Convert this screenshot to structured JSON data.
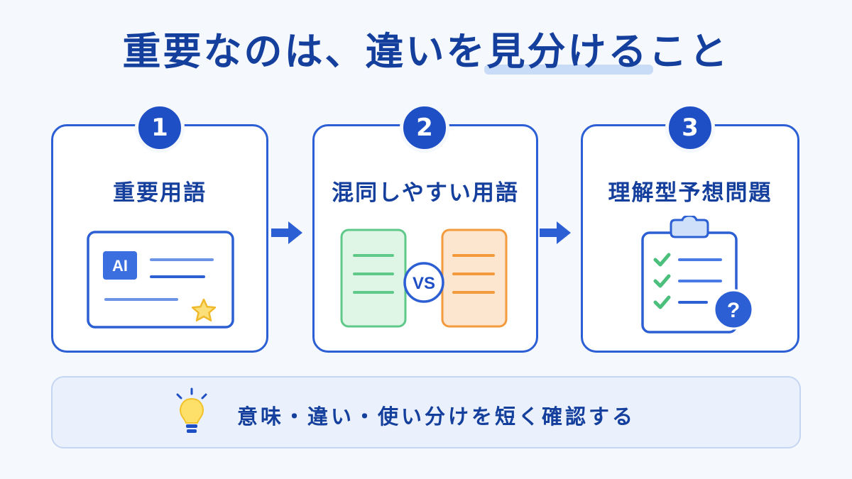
{
  "title": {
    "part1": "重要なのは、違いを",
    "highlight": "見分ける",
    "part2": "こと"
  },
  "steps": [
    {
      "number": "1",
      "label": "重要用語",
      "badge_text": "AI",
      "icon": "term-card-icon"
    },
    {
      "number": "2",
      "label": "混同しやすい用語",
      "vs_text": "VS",
      "icon": "compare-cards-icon"
    },
    {
      "number": "3",
      "label": "理解型予想問題",
      "question_mark": "?",
      "icon": "clipboard-checklist-icon"
    }
  ],
  "tip": {
    "text": "意味・違い・使い分けを短く確認する",
    "icon": "lightbulb-icon"
  },
  "colors": {
    "primary": "#1f4fc4",
    "title": "#143f9c",
    "green": "#5fc98a",
    "orange": "#f39a3d",
    "star": "#f6c945",
    "background": "#f5f8fd"
  }
}
